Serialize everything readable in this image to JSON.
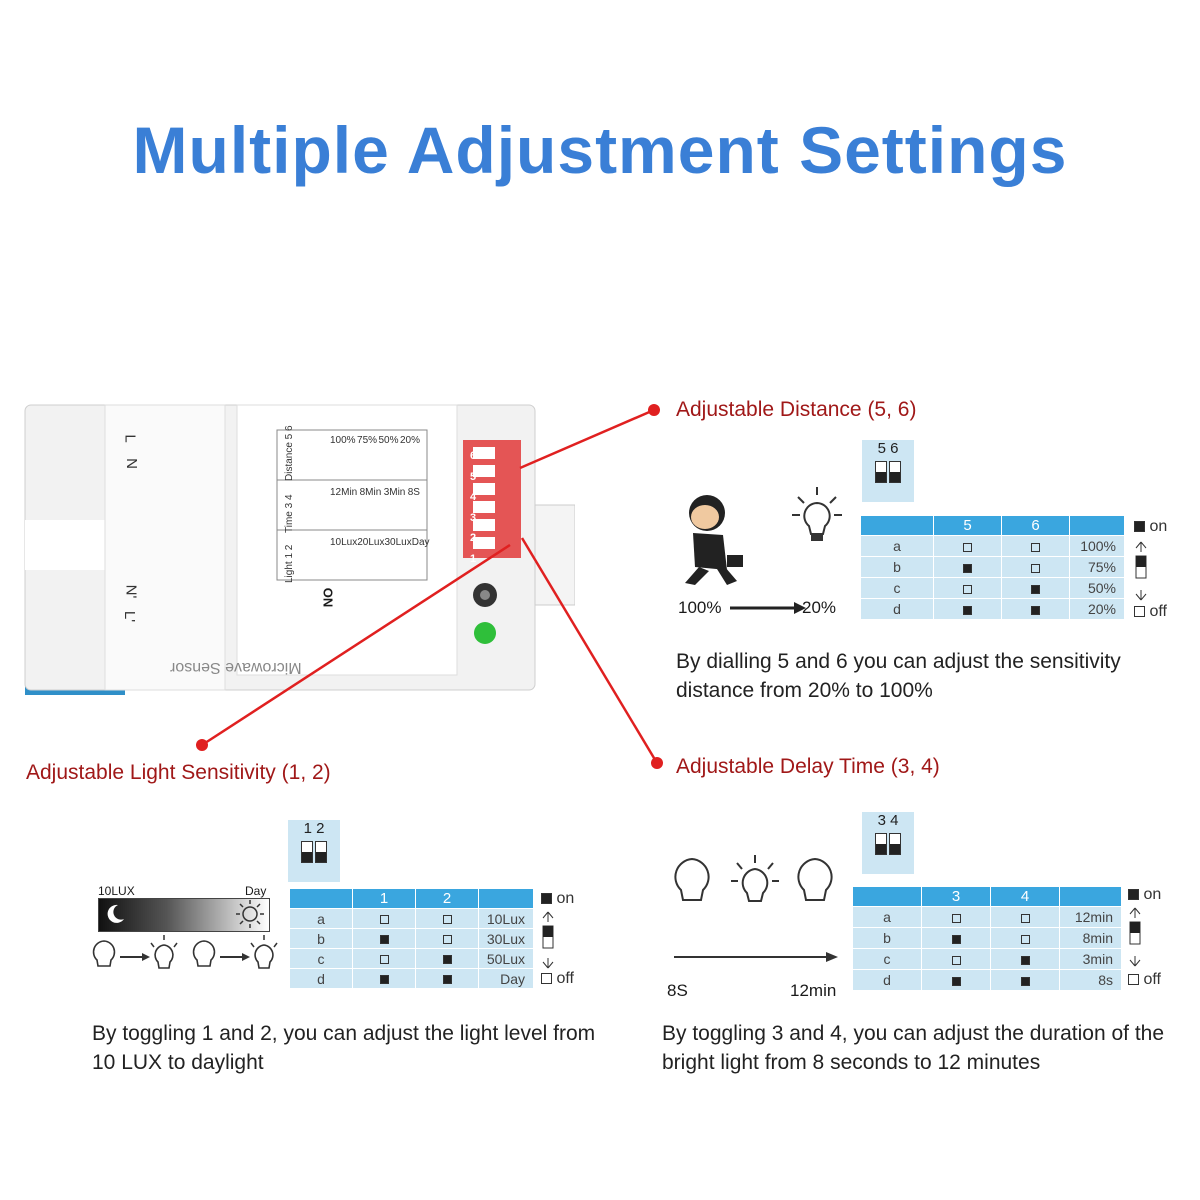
{
  "title": "Multiple Adjustment Settings",
  "device": {
    "left_terminals": [
      "L",
      "N"
    ],
    "right_terminals": [
      "N'",
      "L'"
    ],
    "label_rows": [
      {
        "name": "Distance",
        "dips": "5 6",
        "values": [
          "100%",
          "75%",
          "50%",
          "20%"
        ]
      },
      {
        "name": "Time",
        "dips": "3 4",
        "values": [
          "12Min",
          "8Min",
          "3Min",
          "8S"
        ]
      },
      {
        "name": "Light",
        "dips": "1 2",
        "values": [
          "10Lux",
          "20Lux",
          "30Lux",
          "Day"
        ]
      }
    ],
    "on_label": "ON",
    "dip_numbers": [
      "1",
      "2",
      "3",
      "4",
      "5",
      "6"
    ],
    "sticker": "Microwave Sensor"
  },
  "callouts": {
    "distance": "Adjustable Distance (5, 6)",
    "light": "Adjustable Light Sensitivity (1, 2)",
    "delay": "Adjustable Delay Time (3, 4)"
  },
  "distance_panel": {
    "dip_header": "5 6",
    "columns": [
      "",
      "5",
      "6",
      ""
    ],
    "rows": [
      {
        "label": "a",
        "s1": false,
        "s2": false,
        "value": "100%"
      },
      {
        "label": "b",
        "s1": true,
        "s2": false,
        "value": "75%"
      },
      {
        "label": "c",
        "s1": false,
        "s2": true,
        "value": "50%"
      },
      {
        "label": "d",
        "s1": true,
        "s2": true,
        "value": "20%"
      }
    ],
    "legend_on": "on",
    "legend_off": "off",
    "arrow_from": "100%",
    "arrow_to": "20%",
    "description": "By dialling 5 and 6 you can adjust the sensitivity distance from 20% to 100%"
  },
  "light_panel": {
    "dip_header": "1 2",
    "columns": [
      "",
      "1",
      "2",
      ""
    ],
    "rows": [
      {
        "label": "a",
        "s1": false,
        "s2": false,
        "value": "10Lux"
      },
      {
        "label": "b",
        "s1": true,
        "s2": false,
        "value": "30Lux"
      },
      {
        "label": "c",
        "s1": false,
        "s2": true,
        "value": "50Lux"
      },
      {
        "label": "d",
        "s1": true,
        "s2": true,
        "value": "Day"
      }
    ],
    "legend_on": "on",
    "legend_off": "off",
    "gradient_left": "10LUX",
    "gradient_right": "Day",
    "description": "By toggling 1 and 2, you can adjust the light level from 10 LUX to daylight"
  },
  "delay_panel": {
    "dip_header": "3 4",
    "columns": [
      "",
      "3",
      "4",
      ""
    ],
    "rows": [
      {
        "label": "a",
        "s1": false,
        "s2": false,
        "value": "12min"
      },
      {
        "label": "b",
        "s1": true,
        "s2": false,
        "value": "8min"
      },
      {
        "label": "c",
        "s1": false,
        "s2": true,
        "value": "3min"
      },
      {
        "label": "d",
        "s1": true,
        "s2": true,
        "value": "8s"
      }
    ],
    "legend_on": "on",
    "legend_off": "off",
    "arrow_from": "8S",
    "arrow_to": "12min",
    "description": "By toggling 3 and 4, you can adjust the duration of the bright light from 8 seconds to 12 minutes"
  },
  "colors": {
    "title": "#3a7fd6",
    "callout": "#a01818",
    "table_header": "#3aa6df",
    "table_body": "#cde6f3",
    "terminal_blue": "#2f8fc8"
  }
}
